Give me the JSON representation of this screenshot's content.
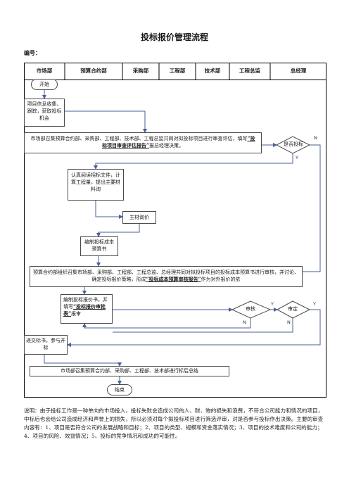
{
  "title": "投标报价管理流程",
  "doc_no_label": "编号：",
  "columns": [
    "市场部",
    "预算合约部",
    "采购部",
    "工程部",
    "技术部",
    "工程总监",
    "总经理"
  ],
  "nodes": {
    "start": "开始",
    "collect": "项目信息收集、跟踪，获取投标机会",
    "review_pre": "市场部召集预算合约部、采购部、工程部、技术部、工程总监共同对拟投标项目进行审查评估，填写",
    "review_bold": "“投标项目审查评估报告”",
    "review_post": "报总经理决策。",
    "decide": "是否投标",
    "read_doc": "认真阅读招标文件，计算工程量，提出主要材料询",
    "material": "主材询价",
    "compile": "编制投标成本预算书",
    "cost_pre": "预算合约部组织召集市场部、采购部、工程部、工程总监、总经理共同对拟投标项目的投标成本预算书进行审核，并讨论、确定投标报价策略，形成",
    "cost_bold": "“投标成本预算审核报告”",
    "cost_post": "作为对外报价的依",
    "price_pre": "编制投标报价书，并填写",
    "price_bold": "“投标报价审批表”",
    "price_post": "报审",
    "audit": "审核",
    "approve": "审定",
    "submit": "递交标书，参与开标",
    "summary": "市场部召集预算合约部、采购部、工程部、技术部进行标后总结",
    "end": "结束"
  },
  "labels": {
    "yes": "Y",
    "no": "N"
  },
  "note": "说明：由于投标工作是一种单向的市场投入，投标失败会造成公司的人、财、物的损失和浪费，不符合公司能力和情况的项目，中标后也会给公司造成经济和声誉上的损失，所以必须对每个拟投标项目进行筛选评审，对是否参与投标作出决策。主要的审查内容有：1、项目是否符合公司的发展战略和目标；2、项目的类型、规模和资金落实情况；3、项目的技术难度和公司的能力；4、项目的风险、效益情况；5、投标的竞争情况和成功的可能性。",
  "colors": {
    "line": "#4a5f9a",
    "border": "#4a4a4a"
  }
}
